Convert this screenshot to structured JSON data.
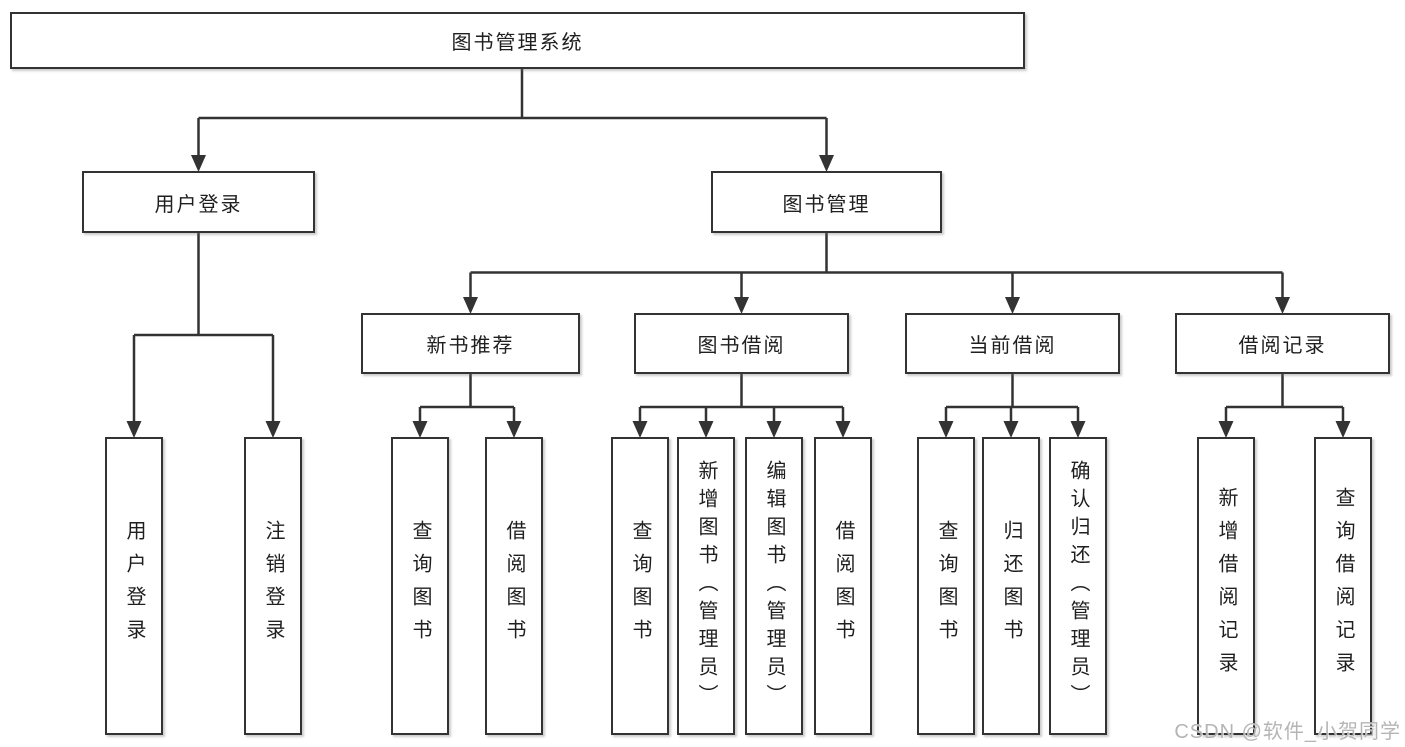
{
  "watermark": "CSDN @软件_小贺同学",
  "colors": {
    "line": "#333333",
    "box_border": "#333333",
    "box_fill": "#ffffff",
    "text": "#1f1f1f",
    "watermark": "#b5b5b5",
    "background": "#ffffff"
  },
  "tree": {
    "label": "图书管理系统",
    "children": [
      {
        "label": "用户登录",
        "children": [
          {
            "label": "用户登录"
          },
          {
            "label": "注销登录"
          }
        ]
      },
      {
        "label": "图书管理",
        "children": [
          {
            "label": "新书推荐",
            "children": [
              {
                "label": "查询图书"
              },
              {
                "label": "借阅图书"
              }
            ]
          },
          {
            "label": "图书借阅",
            "children": [
              {
                "label": "查询图书"
              },
              {
                "label": "新增图书（管理员）"
              },
              {
                "label": "编辑图书（管理员）"
              },
              {
                "label": "借阅图书"
              }
            ]
          },
          {
            "label": "当前借阅",
            "children": [
              {
                "label": "查询图书"
              },
              {
                "label": "归还图书"
              },
              {
                "label": "确认归还（管理员）"
              }
            ]
          },
          {
            "label": "借阅记录",
            "children": [
              {
                "label": "新增借阅记录"
              },
              {
                "label": "查询借阅记录"
              }
            ]
          }
        ]
      }
    ]
  }
}
